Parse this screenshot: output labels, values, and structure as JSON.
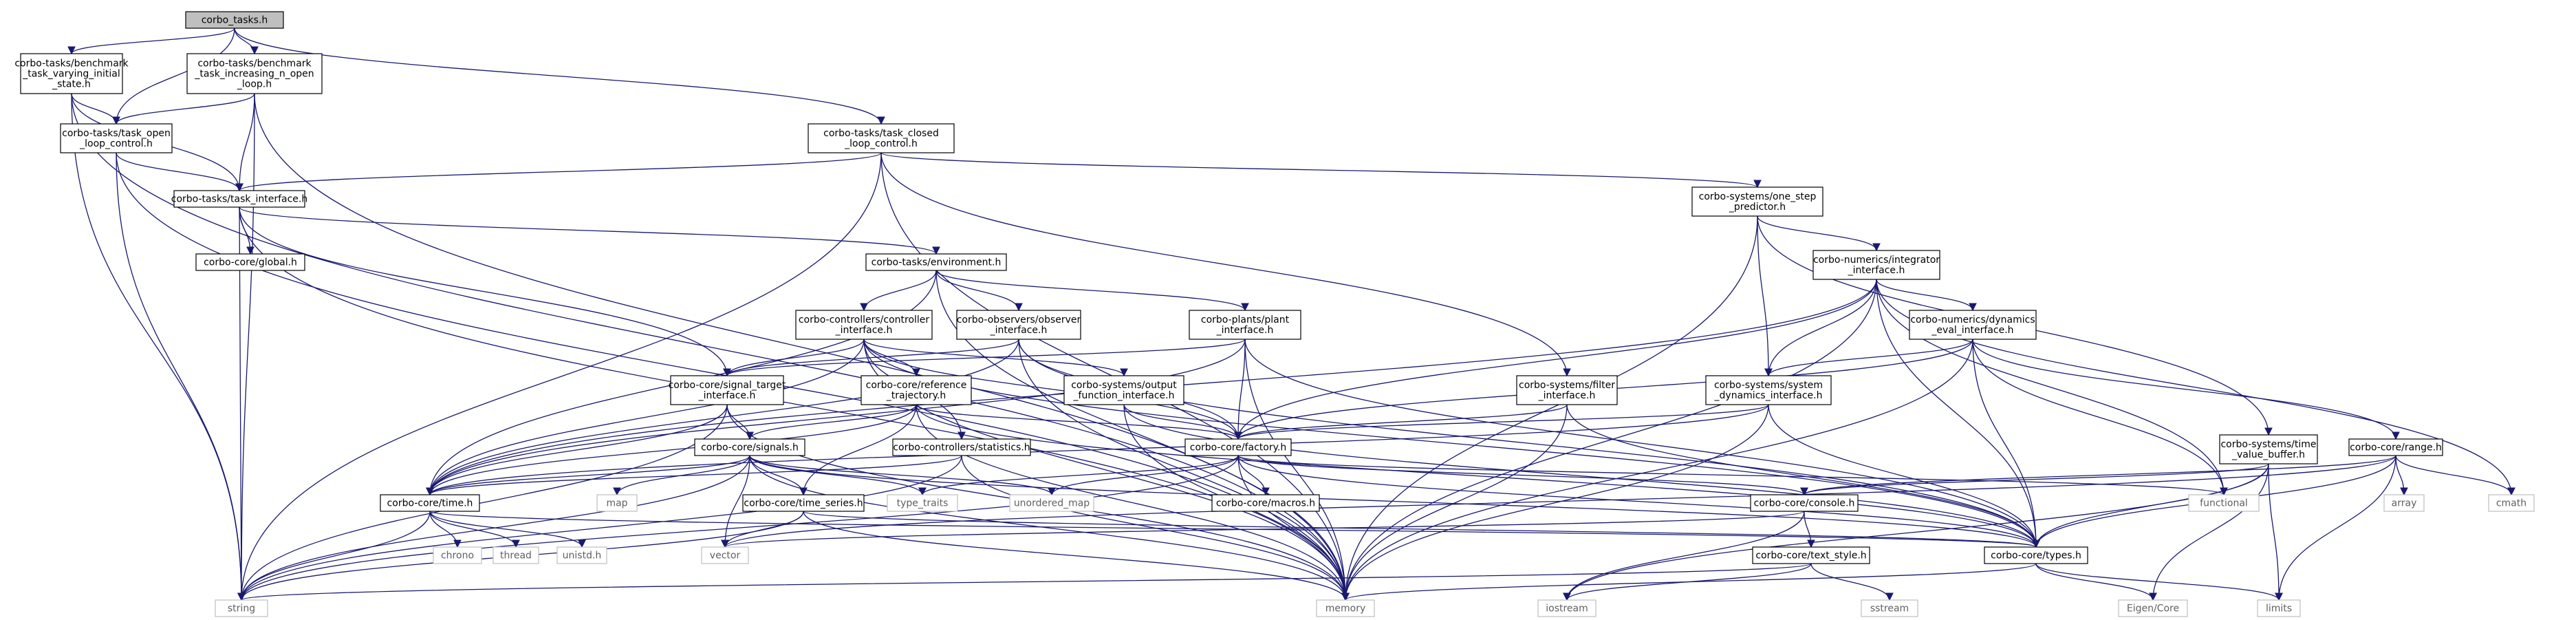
{
  "graph_title": "corbo_tasks.h",
  "nodes": [
    {
      "id": "root",
      "lines": [
        "corbo_tasks.h"
      ],
      "kind": "root"
    },
    {
      "id": "bm_varying",
      "lines": [
        "corbo-tasks/benchmark",
        "_task_varying_initial",
        "_state.h"
      ],
      "kind": "file"
    },
    {
      "id": "bm_incr",
      "lines": [
        "corbo-tasks/benchmark",
        "_task_increasing_n_open",
        "_loop.h"
      ],
      "kind": "file"
    },
    {
      "id": "open_loop",
      "lines": [
        "corbo-tasks/task_open",
        "_loop_control.h"
      ],
      "kind": "file"
    },
    {
      "id": "closed_loop",
      "lines": [
        "corbo-tasks/task_closed",
        "_loop_control.h"
      ],
      "kind": "file"
    },
    {
      "id": "task_iface",
      "lines": [
        "corbo-tasks/task_interface.h"
      ],
      "kind": "file"
    },
    {
      "id": "global",
      "lines": [
        "corbo-core/global.h"
      ],
      "kind": "file"
    },
    {
      "id": "environment",
      "lines": [
        "corbo-tasks/environment.h"
      ],
      "kind": "file"
    },
    {
      "id": "one_step",
      "lines": [
        "corbo-systems/one_step",
        "_predictor.h"
      ],
      "kind": "file"
    },
    {
      "id": "integrator",
      "lines": [
        "corbo-numerics/integrator",
        "_interface.h"
      ],
      "kind": "file"
    },
    {
      "id": "controller",
      "lines": [
        "corbo-controllers/controller",
        "_interface.h"
      ],
      "kind": "file"
    },
    {
      "id": "observer",
      "lines": [
        "corbo-observers/observer",
        "_interface.h"
      ],
      "kind": "file"
    },
    {
      "id": "plant",
      "lines": [
        "corbo-plants/plant",
        "_interface.h"
      ],
      "kind": "file"
    },
    {
      "id": "dyn_eval",
      "lines": [
        "corbo-numerics/dynamics",
        "_eval_interface.h"
      ],
      "kind": "file"
    },
    {
      "id": "signal_target",
      "lines": [
        "corbo-core/signal_target",
        "_interface.h"
      ],
      "kind": "file"
    },
    {
      "id": "reference",
      "lines": [
        "corbo-core/reference",
        "_trajectory.h"
      ],
      "kind": "file"
    },
    {
      "id": "output_fn",
      "lines": [
        "corbo-systems/output",
        "_function_interface.h"
      ],
      "kind": "file"
    },
    {
      "id": "filter",
      "lines": [
        "corbo-systems/filter",
        "_interface.h"
      ],
      "kind": "file"
    },
    {
      "id": "sys_dyn",
      "lines": [
        "corbo-systems/system",
        "_dynamics_interface.h"
      ],
      "kind": "file"
    },
    {
      "id": "signals",
      "lines": [
        "corbo-core/signals.h"
      ],
      "kind": "file"
    },
    {
      "id": "statistics",
      "lines": [
        "corbo-controllers/statistics.h"
      ],
      "kind": "file"
    },
    {
      "id": "factory",
      "lines": [
        "corbo-core/factory.h"
      ],
      "kind": "file"
    },
    {
      "id": "tvb",
      "lines": [
        "corbo-systems/time",
        "_value_buffer.h"
      ],
      "kind": "file"
    },
    {
      "id": "range",
      "lines": [
        "corbo-core/range.h"
      ],
      "kind": "file"
    },
    {
      "id": "time",
      "lines": [
        "corbo-core/time.h"
      ],
      "kind": "file"
    },
    {
      "id": "map",
      "lines": [
        "map"
      ],
      "kind": "ext"
    },
    {
      "id": "type_traits",
      "lines": [
        "type_traits"
      ],
      "kind": "ext"
    },
    {
      "id": "unordered_map",
      "lines": [
        "unordered_map"
      ],
      "kind": "ext"
    },
    {
      "id": "macros",
      "lines": [
        "corbo-core/macros.h"
      ],
      "kind": "file"
    },
    {
      "id": "console",
      "lines": [
        "corbo-core/console.h"
      ],
      "kind": "file"
    },
    {
      "id": "functional",
      "lines": [
        "functional"
      ],
      "kind": "ext"
    },
    {
      "id": "array",
      "lines": [
        "array"
      ],
      "kind": "ext"
    },
    {
      "id": "cmath",
      "lines": [
        "cmath"
      ],
      "kind": "ext"
    },
    {
      "id": "chrono",
      "lines": [
        "chrono"
      ],
      "kind": "ext"
    },
    {
      "id": "thread",
      "lines": [
        "thread"
      ],
      "kind": "ext"
    },
    {
      "id": "unistd",
      "lines": [
        "unistd.h"
      ],
      "kind": "ext"
    },
    {
      "id": "vector",
      "lines": [
        "vector"
      ],
      "kind": "ext"
    },
    {
      "id": "time_series",
      "lines": [
        "corbo-core/time_series.h"
      ],
      "kind": "file"
    },
    {
      "id": "text_style",
      "lines": [
        "corbo-core/text_style.h"
      ],
      "kind": "file"
    },
    {
      "id": "types",
      "lines": [
        "corbo-core/types.h"
      ],
      "kind": "file"
    },
    {
      "id": "string",
      "lines": [
        "string"
      ],
      "kind": "ext"
    },
    {
      "id": "memory",
      "lines": [
        "memory"
      ],
      "kind": "ext"
    },
    {
      "id": "iostream",
      "lines": [
        "iostream"
      ],
      "kind": "ext"
    },
    {
      "id": "sstream",
      "lines": [
        "sstream"
      ],
      "kind": "ext"
    },
    {
      "id": "eigen",
      "lines": [
        "Eigen/Core"
      ],
      "kind": "ext"
    },
    {
      "id": "limits",
      "lines": [
        "limits"
      ],
      "kind": "ext"
    }
  ],
  "edges": [
    [
      "root",
      "bm_varying"
    ],
    [
      "root",
      "bm_incr"
    ],
    [
      "root",
      "open_loop"
    ],
    [
      "root",
      "closed_loop"
    ],
    [
      "bm_varying",
      "open_loop"
    ],
    [
      "bm_varying",
      "task_iface"
    ],
    [
      "bm_varying",
      "string"
    ],
    [
      "bm_varying",
      "memory"
    ],
    [
      "bm_incr",
      "open_loop"
    ],
    [
      "bm_incr",
      "task_iface"
    ],
    [
      "bm_incr",
      "string"
    ],
    [
      "bm_incr",
      "memory"
    ],
    [
      "open_loop",
      "task_iface"
    ],
    [
      "open_loop",
      "string"
    ],
    [
      "open_loop",
      "memory"
    ],
    [
      "closed_loop",
      "task_iface"
    ],
    [
      "closed_loop",
      "one_step"
    ],
    [
      "closed_loop",
      "filter"
    ],
    [
      "closed_loop",
      "string"
    ],
    [
      "closed_loop",
      "memory"
    ],
    [
      "task_iface",
      "global"
    ],
    [
      "task_iface",
      "environment"
    ],
    [
      "task_iface",
      "signal_target"
    ],
    [
      "task_iface",
      "string"
    ],
    [
      "task_iface",
      "memory"
    ],
    [
      "environment",
      "controller"
    ],
    [
      "environment",
      "observer"
    ],
    [
      "environment",
      "plant"
    ],
    [
      "environment",
      "time"
    ],
    [
      "environment",
      "memory"
    ],
    [
      "one_step",
      "integrator"
    ],
    [
      "one_step",
      "sys_dyn"
    ],
    [
      "one_step",
      "tvb"
    ],
    [
      "one_step",
      "memory"
    ],
    [
      "integrator",
      "dyn_eval"
    ],
    [
      "integrator",
      "sys_dyn"
    ],
    [
      "integrator",
      "factory"
    ],
    [
      "integrator",
      "types"
    ],
    [
      "integrator",
      "time"
    ],
    [
      "integrator",
      "functional"
    ],
    [
      "integrator",
      "cmath"
    ],
    [
      "integrator",
      "memory"
    ],
    [
      "controller",
      "signal_target"
    ],
    [
      "controller",
      "reference"
    ],
    [
      "controller",
      "output_fn"
    ],
    [
      "controller",
      "statistics"
    ],
    [
      "controller",
      "factory"
    ],
    [
      "controller",
      "types"
    ],
    [
      "controller",
      "time"
    ],
    [
      "controller",
      "memory"
    ],
    [
      "observer",
      "signal_target"
    ],
    [
      "observer",
      "factory"
    ],
    [
      "observer",
      "types"
    ],
    [
      "observer",
      "time"
    ],
    [
      "observer",
      "memory"
    ],
    [
      "plant",
      "signal_target"
    ],
    [
      "plant",
      "factory"
    ],
    [
      "plant",
      "types"
    ],
    [
      "plant",
      "time"
    ],
    [
      "plant",
      "memory"
    ],
    [
      "dyn_eval",
      "sys_dyn"
    ],
    [
      "dyn_eval",
      "range"
    ],
    [
      "dyn_eval",
      "factory"
    ],
    [
      "dyn_eval",
      "types"
    ],
    [
      "dyn_eval",
      "functional"
    ],
    [
      "dyn_eval",
      "memory"
    ],
    [
      "signal_target",
      "signals"
    ],
    [
      "signal_target",
      "time"
    ],
    [
      "signal_target",
      "string"
    ],
    [
      "signal_target",
      "memory"
    ],
    [
      "reference",
      "signals"
    ],
    [
      "reference",
      "factory"
    ],
    [
      "reference",
      "time_series"
    ],
    [
      "reference",
      "time"
    ],
    [
      "reference",
      "types"
    ],
    [
      "reference",
      "memory"
    ],
    [
      "output_fn",
      "factory"
    ],
    [
      "output_fn",
      "types"
    ],
    [
      "output_fn",
      "memory"
    ],
    [
      "filter",
      "factory"
    ],
    [
      "filter",
      "types"
    ],
    [
      "filter",
      "memory"
    ],
    [
      "sys_dyn",
      "factory"
    ],
    [
      "sys_dyn",
      "time"
    ],
    [
      "sys_dyn",
      "types"
    ],
    [
      "sys_dyn",
      "memory"
    ],
    [
      "signals",
      "map"
    ],
    [
      "signals",
      "type_traits"
    ],
    [
      "signals",
      "unordered_map"
    ],
    [
      "signals",
      "time_series"
    ],
    [
      "signals",
      "time"
    ],
    [
      "signals",
      "types"
    ],
    [
      "signals",
      "vector"
    ],
    [
      "signals",
      "string"
    ],
    [
      "signals",
      "memory"
    ],
    [
      "statistics",
      "time"
    ],
    [
      "statistics",
      "memory"
    ],
    [
      "statistics",
      "string"
    ],
    [
      "factory",
      "type_traits"
    ],
    [
      "factory",
      "unordered_map"
    ],
    [
      "factory",
      "macros"
    ],
    [
      "factory",
      "console"
    ],
    [
      "factory",
      "functional"
    ],
    [
      "factory",
      "types"
    ],
    [
      "factory",
      "memory"
    ],
    [
      "factory",
      "string"
    ],
    [
      "tvb",
      "console"
    ],
    [
      "tvb",
      "types"
    ],
    [
      "tvb",
      "eigen"
    ],
    [
      "tvb",
      "limits"
    ],
    [
      "tvb",
      "iostream"
    ],
    [
      "range",
      "console"
    ],
    [
      "range",
      "types"
    ],
    [
      "range",
      "array"
    ],
    [
      "range",
      "cmath"
    ],
    [
      "range",
      "limits"
    ],
    [
      "range",
      "vector"
    ],
    [
      "time",
      "chrono"
    ],
    [
      "time",
      "thread"
    ],
    [
      "time",
      "unistd"
    ],
    [
      "time",
      "types"
    ],
    [
      "time",
      "string"
    ],
    [
      "time_series",
      "types"
    ],
    [
      "time_series",
      "vector"
    ],
    [
      "time_series",
      "memory"
    ],
    [
      "time_series",
      "string"
    ],
    [
      "console",
      "text_style"
    ],
    [
      "console",
      "iostream"
    ],
    [
      "console",
      "vector"
    ],
    [
      "text_style",
      "iostream"
    ],
    [
      "text_style",
      "sstream"
    ],
    [
      "text_style",
      "string"
    ],
    [
      "types",
      "eigen"
    ],
    [
      "types",
      "limits"
    ],
    [
      "types",
      "memory"
    ]
  ]
}
